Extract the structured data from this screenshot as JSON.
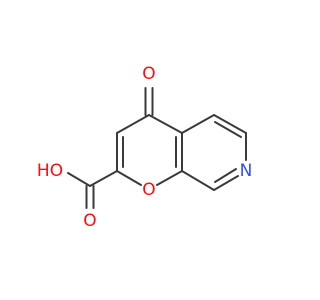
{
  "molecule": {
    "atoms": {
      "ketone_oxygen": "O",
      "ring_oxygen": "O",
      "ring_nitrogen": "N",
      "acid_hydroxyl": "HO",
      "acid_carbonyl_oxygen": "O"
    },
    "colors": {
      "bond": "#3a3a3a",
      "oxygen": "#ff0d0d",
      "nitrogen": "#3050f8",
      "background": "#ffffff"
    }
  }
}
